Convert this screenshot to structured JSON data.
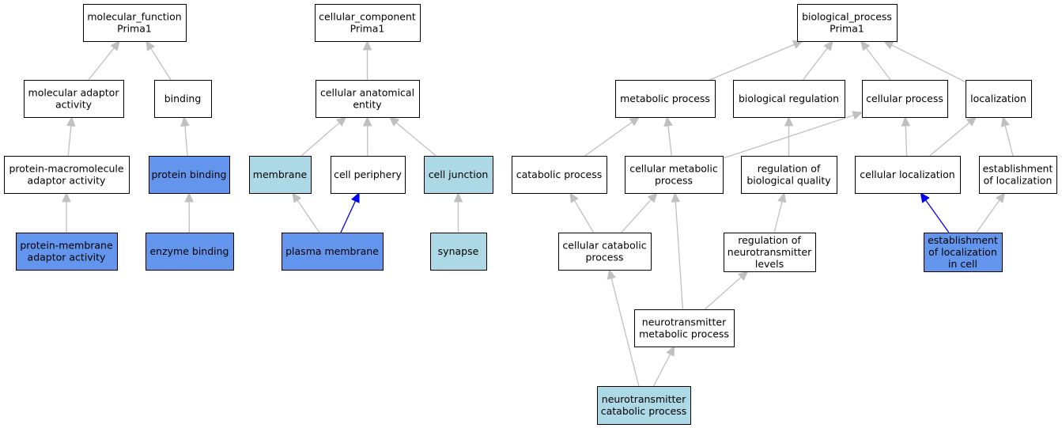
{
  "colors": {
    "node_default": "#ffffff",
    "node_blue": "#6495ed",
    "node_lightblue": "#add8e6",
    "edge_default": "#c0c0c0",
    "edge_highlight": "#0000ee"
  },
  "nodes": [
    {
      "id": "mf_root",
      "lines": [
        "molecular_function",
        "Prima1"
      ],
      "fill": "node_default"
    },
    {
      "id": "mol_adaptor",
      "lines": [
        "molecular adaptor",
        "activity"
      ],
      "fill": "node_default"
    },
    {
      "id": "binding",
      "lines": [
        "binding"
      ],
      "fill": "node_default"
    },
    {
      "id": "prot_macro",
      "lines": [
        "protein-macromolecule",
        "adaptor activity"
      ],
      "fill": "node_default"
    },
    {
      "id": "protein_binding",
      "lines": [
        "protein binding"
      ],
      "fill": "node_blue"
    },
    {
      "id": "prot_membrane",
      "lines": [
        "protein-membrane",
        "adaptor activity"
      ],
      "fill": "node_blue"
    },
    {
      "id": "enzyme_binding",
      "lines": [
        "enzyme binding"
      ],
      "fill": "node_blue"
    },
    {
      "id": "cc_root",
      "lines": [
        "cellular_component",
        "Prima1"
      ],
      "fill": "node_default"
    },
    {
      "id": "cell_anat",
      "lines": [
        "cellular anatomical",
        "entity"
      ],
      "fill": "node_default"
    },
    {
      "id": "membrane",
      "lines": [
        "membrane"
      ],
      "fill": "node_lightblue"
    },
    {
      "id": "cell_periphery",
      "lines": [
        "cell periphery"
      ],
      "fill": "node_default"
    },
    {
      "id": "cell_junction",
      "lines": [
        "cell junction"
      ],
      "fill": "node_lightblue"
    },
    {
      "id": "plasma_membrane",
      "lines": [
        "plasma membrane"
      ],
      "fill": "node_blue"
    },
    {
      "id": "synapse",
      "lines": [
        "synapse"
      ],
      "fill": "node_lightblue"
    },
    {
      "id": "bp_root",
      "lines": [
        "biological_process",
        "Prima1"
      ],
      "fill": "node_default"
    },
    {
      "id": "metabolic",
      "lines": [
        "metabolic process"
      ],
      "fill": "node_default"
    },
    {
      "id": "bio_reg",
      "lines": [
        "biological regulation"
      ],
      "fill": "node_default"
    },
    {
      "id": "cellular_proc",
      "lines": [
        "cellular process"
      ],
      "fill": "node_default"
    },
    {
      "id": "localization",
      "lines": [
        "localization"
      ],
      "fill": "node_default"
    },
    {
      "id": "catabolic",
      "lines": [
        "catabolic process"
      ],
      "fill": "node_default"
    },
    {
      "id": "cell_metabolic",
      "lines": [
        "cellular metabolic",
        "process"
      ],
      "fill": "node_default"
    },
    {
      "id": "reg_bio_quality",
      "lines": [
        "regulation of",
        "biological quality"
      ],
      "fill": "node_default"
    },
    {
      "id": "cell_localization",
      "lines": [
        "cellular localization"
      ],
      "fill": "node_default"
    },
    {
      "id": "est_localization",
      "lines": [
        "establishment",
        "of localization"
      ],
      "fill": "node_default"
    },
    {
      "id": "cell_catabolic",
      "lines": [
        "cellular catabolic",
        "process"
      ],
      "fill": "node_default"
    },
    {
      "id": "reg_nt_levels",
      "lines": [
        "regulation of",
        "neurotransmitter",
        "levels"
      ],
      "fill": "node_default"
    },
    {
      "id": "est_loc_cell",
      "lines": [
        "establishment",
        "of localization",
        "in cell"
      ],
      "fill": "node_blue"
    },
    {
      "id": "nt_metabolic",
      "lines": [
        "neurotransmitter",
        "metabolic process"
      ],
      "fill": "node_default"
    },
    {
      "id": "nt_catabolic",
      "lines": [
        "neurotransmitter",
        "catabolic process"
      ],
      "fill": "node_lightblue"
    }
  ],
  "edges": [
    {
      "from": "mol_adaptor",
      "to": "mf_root",
      "color": "edge_default"
    },
    {
      "from": "binding",
      "to": "mf_root",
      "color": "edge_default"
    },
    {
      "from": "prot_macro",
      "to": "mol_adaptor",
      "color": "edge_default"
    },
    {
      "from": "protein_binding",
      "to": "binding",
      "color": "edge_default"
    },
    {
      "from": "prot_membrane",
      "to": "prot_macro",
      "color": "edge_default"
    },
    {
      "from": "enzyme_binding",
      "to": "protein_binding",
      "color": "edge_default"
    },
    {
      "from": "cell_anat",
      "to": "cc_root",
      "color": "edge_default"
    },
    {
      "from": "membrane",
      "to": "cell_anat",
      "color": "edge_default"
    },
    {
      "from": "cell_periphery",
      "to": "cell_anat",
      "color": "edge_default"
    },
    {
      "from": "cell_junction",
      "to": "cell_anat",
      "color": "edge_default"
    },
    {
      "from": "plasma_membrane",
      "to": "membrane",
      "color": "edge_default"
    },
    {
      "from": "plasma_membrane",
      "to": "cell_periphery",
      "color": "edge_highlight"
    },
    {
      "from": "synapse",
      "to": "cell_junction",
      "color": "edge_default"
    },
    {
      "from": "metabolic",
      "to": "bp_root",
      "color": "edge_default"
    },
    {
      "from": "bio_reg",
      "to": "bp_root",
      "color": "edge_default"
    },
    {
      "from": "cellular_proc",
      "to": "bp_root",
      "color": "edge_default"
    },
    {
      "from": "localization",
      "to": "bp_root",
      "color": "edge_default"
    },
    {
      "from": "catabolic",
      "to": "metabolic",
      "color": "edge_default"
    },
    {
      "from": "cell_metabolic",
      "to": "metabolic",
      "color": "edge_default"
    },
    {
      "from": "cell_metabolic",
      "to": "cellular_proc",
      "color": "edge_default"
    },
    {
      "from": "reg_bio_quality",
      "to": "bio_reg",
      "color": "edge_default"
    },
    {
      "from": "cell_localization",
      "to": "cellular_proc",
      "color": "edge_default"
    },
    {
      "from": "cell_localization",
      "to": "localization",
      "color": "edge_default"
    },
    {
      "from": "est_localization",
      "to": "localization",
      "color": "edge_default"
    },
    {
      "from": "cell_catabolic",
      "to": "catabolic",
      "color": "edge_default"
    },
    {
      "from": "cell_catabolic",
      "to": "cell_metabolic",
      "color": "edge_default"
    },
    {
      "from": "reg_nt_levels",
      "to": "reg_bio_quality",
      "color": "edge_default"
    },
    {
      "from": "est_loc_cell",
      "to": "cell_localization",
      "color": "edge_highlight"
    },
    {
      "from": "est_loc_cell",
      "to": "est_localization",
      "color": "edge_default"
    },
    {
      "from": "nt_metabolic",
      "to": "cell_metabolic",
      "color": "edge_default"
    },
    {
      "from": "nt_metabolic",
      "to": "reg_nt_levels",
      "color": "edge_default"
    },
    {
      "from": "nt_catabolic",
      "to": "cell_catabolic",
      "color": "edge_default"
    },
    {
      "from": "nt_catabolic",
      "to": "nt_metabolic",
      "color": "edge_default"
    }
  ]
}
